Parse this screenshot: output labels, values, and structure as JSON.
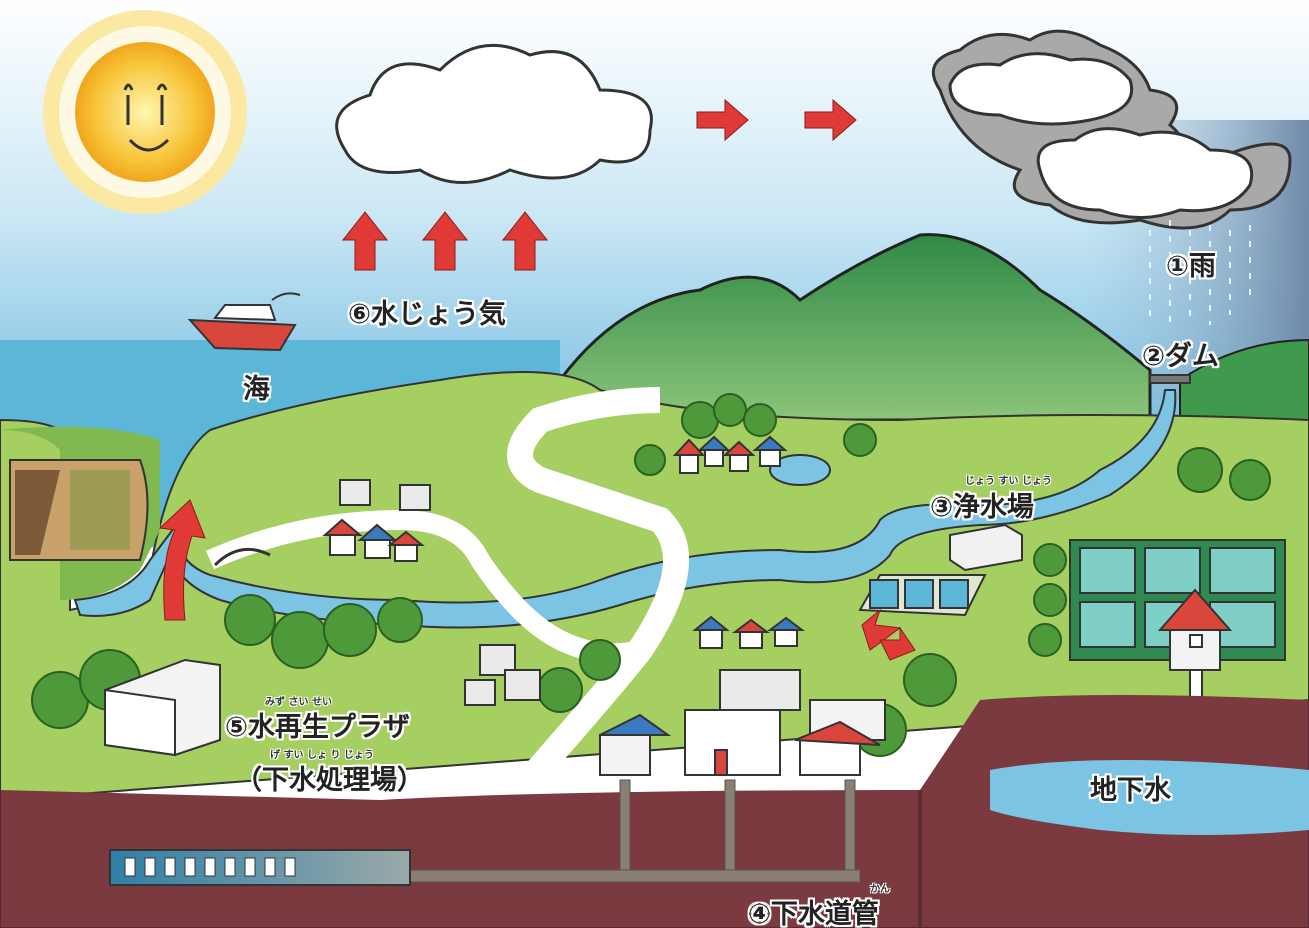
{
  "labels": {
    "rain": "①雨",
    "dam": "②ダム",
    "purification": "③浄水場",
    "purification_ruby": "じょう すい じょう",
    "sewer_pipe": "④下水道管",
    "sewer_pipe_ruby": "かん",
    "water_reclaim": "⑤水再生プラザ",
    "water_reclaim_ruby": "みず さい せい",
    "sewage_plant": "（下水処理場）",
    "sewage_plant_ruby": "げ すい しょ り じょう",
    "vapor": "⑥水じょう気",
    "sea": "海",
    "groundwater": "地下水"
  },
  "colors": {
    "sky": "#8ec9e6",
    "sea": "#5bb6d8",
    "river": "#7cc4e3",
    "grass": "#a6cf62",
    "mountain": "#3f9a4e",
    "soil": "#7a3a40",
    "arrow": "#e03a36",
    "sun": "#f5c430"
  }
}
